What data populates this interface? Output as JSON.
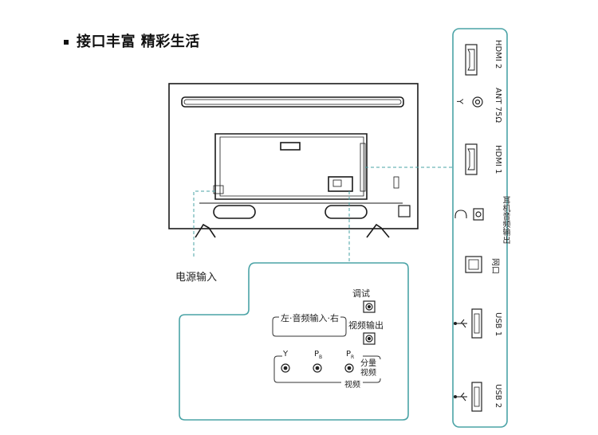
{
  "heading": "接口丰富 精彩生活",
  "labels": {
    "power_input": "电源输入",
    "debug": "调试",
    "audio_input": "左·音频输入·右",
    "video_output": "视频输出",
    "component_video": "分量视频",
    "video": "视频",
    "y": "Y",
    "pb": "P",
    "pb_sub": "B",
    "pr": "P",
    "pr_sub": "R"
  },
  "side_panel": {
    "hdmi2": "HDMI 2",
    "ant": "ANT 75Ω",
    "ant_symbol": "Y",
    "hdmi1": "HDMI 1",
    "headphone": "耳机音频输出",
    "lan": "网口",
    "usb1": "USB 1",
    "usb2": "USB 2"
  },
  "colors": {
    "accent": "#4aa3a6",
    "line": "#1a1a1a"
  }
}
